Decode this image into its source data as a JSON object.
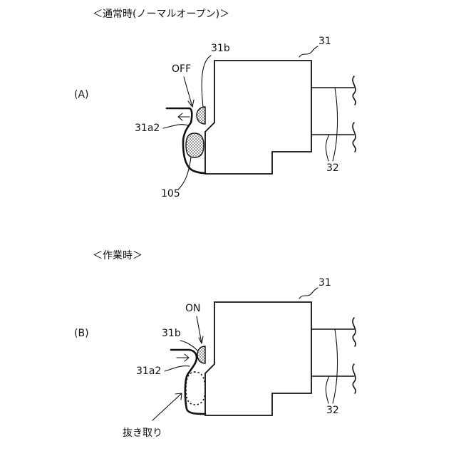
{
  "panel_a": {
    "heading": "＜通常時(ノーマルオープン)＞",
    "letter": "(A)",
    "label_31": "31",
    "label_31b": "31b",
    "label_off": "OFF",
    "label_31a2": "31a2",
    "label_105": "105",
    "label_32": "32"
  },
  "panel_b": {
    "heading": "＜作業時＞",
    "letter": "(B)",
    "label_31": "31",
    "label_31b": "31b",
    "label_on": "ON",
    "label_31a2": "31a2",
    "label_removal": "抜き取り",
    "label_32": "32"
  }
}
